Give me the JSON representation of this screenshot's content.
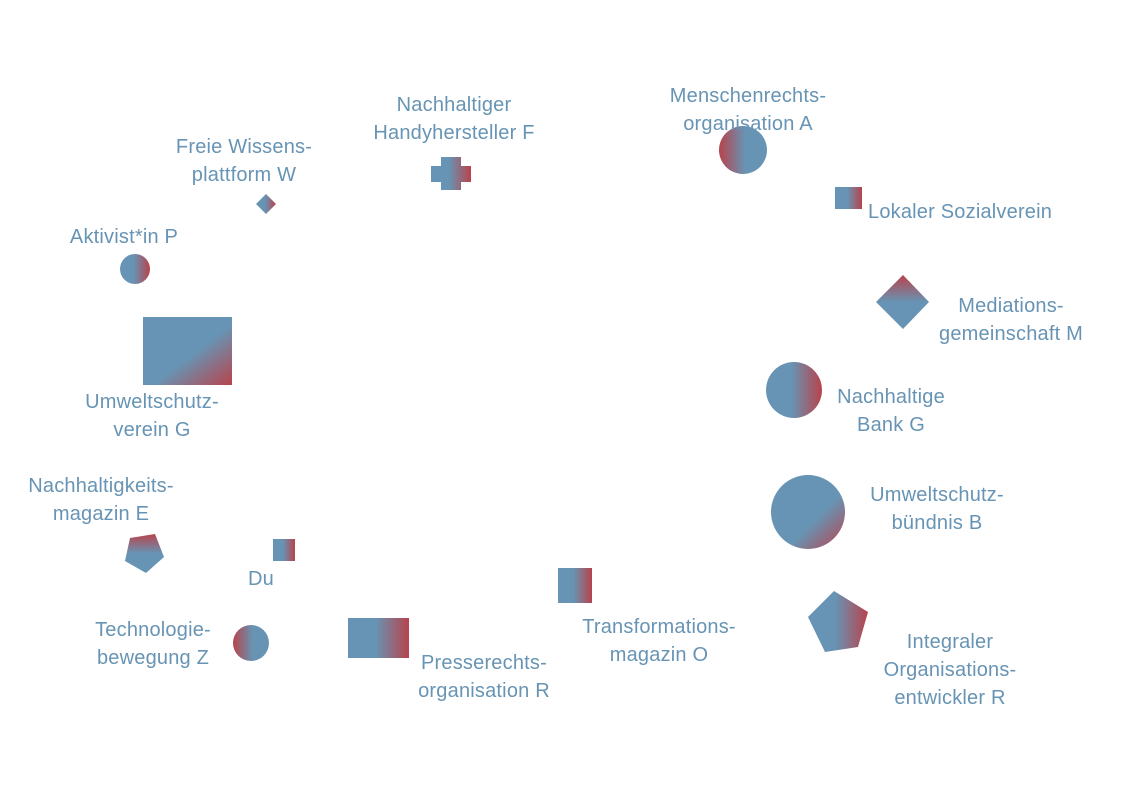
{
  "colors": {
    "primary": "#6794b4",
    "accent": "#b8434c",
    "background": "#ffffff"
  },
  "nodes": [
    {
      "id": "menschenrechts",
      "shape": "circle-icon",
      "lines": [
        "Menschenrechts-",
        "organisation A"
      ]
    },
    {
      "id": "lokaler",
      "shape": "square-icon",
      "lines": [
        "Lokaler Sozialverein"
      ]
    },
    {
      "id": "mediations",
      "shape": "diamond-icon",
      "lines": [
        "Mediations-",
        "gemeinschaft M"
      ]
    },
    {
      "id": "bank",
      "shape": "circle-icon",
      "lines": [
        "Nachhaltige",
        "Bank G"
      ]
    },
    {
      "id": "buendnis",
      "shape": "circle-icon",
      "lines": [
        "Umweltschutz-",
        "bündnis B"
      ]
    },
    {
      "id": "integraler",
      "shape": "pentagon-icon",
      "lines": [
        "Integraler",
        "Organisations-",
        "entwickler R"
      ]
    },
    {
      "id": "transformations",
      "shape": "square-icon",
      "lines": [
        "Transformations-",
        "magazin O"
      ]
    },
    {
      "id": "presserechts",
      "shape": "rectangle-icon",
      "lines": [
        "Presserechts-",
        "organisation R"
      ]
    },
    {
      "id": "technologie",
      "shape": "circle-icon",
      "lines": [
        "Technologie-",
        "bewegung Z"
      ]
    },
    {
      "id": "du",
      "shape": "square-icon",
      "lines": [
        "Du"
      ]
    },
    {
      "id": "nachhaltigkeits",
      "shape": "pentagon-icon",
      "lines": [
        "Nachhaltigkeits-",
        "magazin E"
      ]
    },
    {
      "id": "umweltverein",
      "shape": "rectangle-icon",
      "lines": [
        "Umweltschutz-",
        "verein G"
      ]
    },
    {
      "id": "aktivist",
      "shape": "circle-icon",
      "lines": [
        "Aktivist*in P"
      ]
    },
    {
      "id": "wissens",
      "shape": "diamond-icon",
      "lines": [
        "Freie Wissens-",
        "plattform W"
      ]
    },
    {
      "id": "handy",
      "shape": "cross-icon",
      "lines": [
        "Nachhaltiger",
        "Handyhersteller F"
      ]
    }
  ]
}
